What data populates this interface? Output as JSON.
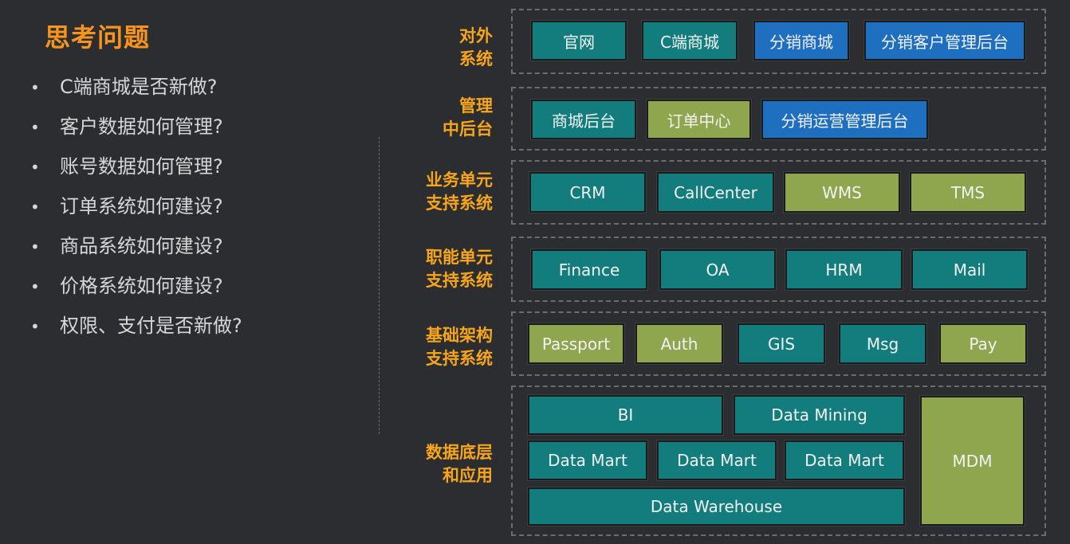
{
  "title": "思考问题",
  "questions": [
    "C端商城是否新做?",
    "客户数据如何管理?",
    "账号数据如何管理?",
    "订单系统如何建设?",
    "商品系统如何建设?",
    "价格系统如何建设?",
    "权限、支付是否新做?"
  ],
  "colors": {
    "teal": "#137c7c",
    "blue": "#1f6fc0",
    "green": "#8fa64e",
    "label": "#f7a51c",
    "title": "#f7941d"
  },
  "layers": [
    {
      "label": [
        "对外",
        "系统"
      ],
      "boxes": [
        {
          "text": "官网",
          "color": "teal"
        },
        {
          "text": "C端商城",
          "color": "teal"
        },
        {
          "text": "分销商城",
          "color": "blue"
        },
        {
          "text": "分销客户管理后台",
          "color": "blue"
        }
      ]
    },
    {
      "label": [
        "管理",
        "中后台"
      ],
      "boxes": [
        {
          "text": "商城后台",
          "color": "teal"
        },
        {
          "text": "订单中心",
          "color": "green"
        },
        {
          "text": "分销运营管理后台",
          "color": "blue"
        }
      ]
    },
    {
      "label": [
        "业务单元",
        "支持系统"
      ],
      "boxes": [
        {
          "text": "CRM",
          "color": "teal"
        },
        {
          "text": "CallCenter",
          "color": "teal"
        },
        {
          "text": "WMS",
          "color": "green"
        },
        {
          "text": "TMS",
          "color": "green"
        }
      ]
    },
    {
      "label": [
        "职能单元",
        "支持系统"
      ],
      "boxes": [
        {
          "text": "Finance",
          "color": "teal"
        },
        {
          "text": "OA",
          "color": "teal"
        },
        {
          "text": "HRM",
          "color": "teal"
        },
        {
          "text": "Mail",
          "color": "teal"
        }
      ]
    },
    {
      "label": [
        "基础架构",
        "支持系统"
      ],
      "boxes": [
        {
          "text": "Passport",
          "color": "green"
        },
        {
          "text": "Auth",
          "color": "green"
        },
        {
          "text": "GIS",
          "color": "teal"
        },
        {
          "text": "Msg",
          "color": "teal"
        },
        {
          "text": "Pay",
          "color": "green"
        }
      ]
    },
    {
      "label": [
        "数据底层",
        "和应用"
      ],
      "boxes": [
        {
          "text": "BI",
          "color": "teal"
        },
        {
          "text": "Data Mining",
          "color": "teal"
        },
        {
          "text": "Data Mart",
          "color": "teal"
        },
        {
          "text": "Data Mart",
          "color": "teal"
        },
        {
          "text": "Data Mart",
          "color": "teal"
        },
        {
          "text": "Data Warehouse",
          "color": "teal"
        },
        {
          "text": "MDM",
          "color": "green"
        }
      ]
    }
  ]
}
